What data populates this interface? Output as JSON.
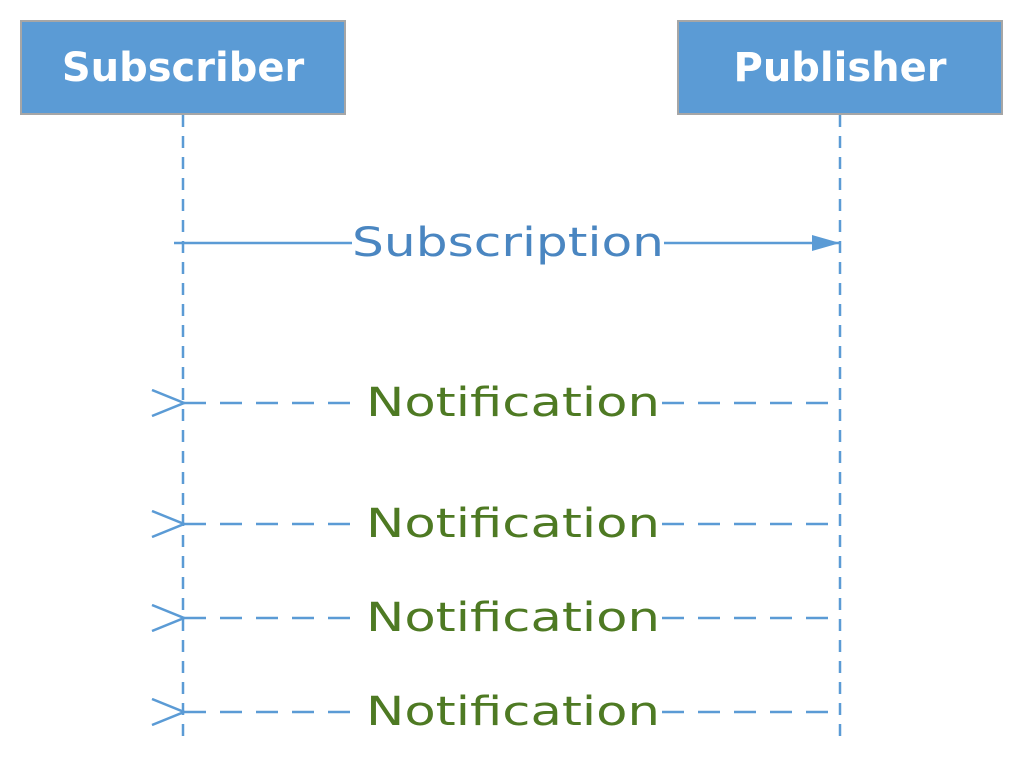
{
  "participants": [
    {
      "id": "subscriber",
      "label": "Subscriber"
    },
    {
      "id": "publisher",
      "label": "Publisher"
    }
  ],
  "messages": [
    {
      "label": "Subscription",
      "from": "subscriber",
      "to": "publisher",
      "style": "solid",
      "color": "#4a86c1"
    },
    {
      "label": "Notification",
      "from": "publisher",
      "to": "subscriber",
      "style": "dashed",
      "color": "#4e7a23"
    },
    {
      "label": "Notification",
      "from": "publisher",
      "to": "subscriber",
      "style": "dashed",
      "color": "#4e7a23"
    },
    {
      "label": "Notification",
      "from": "publisher",
      "to": "subscriber",
      "style": "dashed",
      "color": "#4e7a23"
    },
    {
      "label": "Notification",
      "from": "publisher",
      "to": "subscriber",
      "style": "dashed",
      "color": "#4e7a23"
    }
  ],
  "colors": {
    "box_fill": "#5b9bd5",
    "box_border": "#a6a6a6",
    "box_text": "#ffffff",
    "line": "#5b9bd5"
  }
}
